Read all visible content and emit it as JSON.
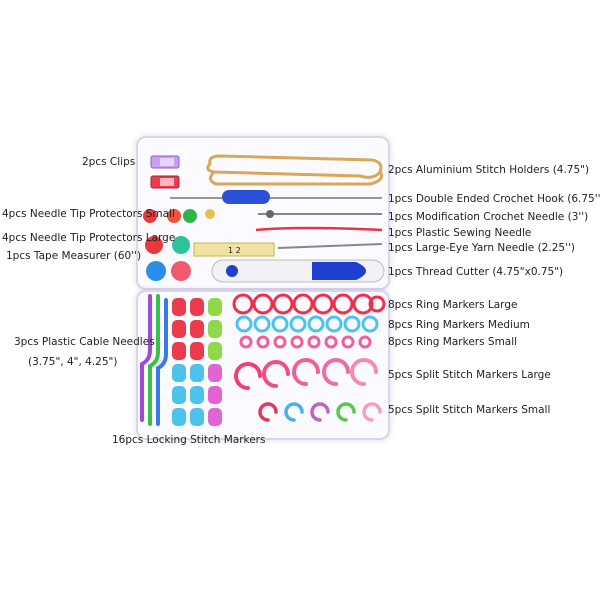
{
  "labels": {
    "clips": "2pcs Clips",
    "needle_tip_small": "4pcs Needle Tip Protectors Small",
    "needle_tip_large": "4pcs Needle Tip Protectors Large",
    "tape_measurer": "1pcs Tape Measurer (60'')",
    "cable_needles_1": "3pcs Plastic Cable Needles",
    "cable_needles_2": "(3.75\", 4\", 4.25\")",
    "locking_markers": "16pcs Locking Stitch Markers",
    "stitch_holders": "2pcs Aluminium Stitch Holders (4.75\")",
    "crochet_hook": "1pcs Double Ended Crochet Hook (6.75'')",
    "modification_needle": "1pcs Modification Crochet Needle (3'')",
    "sewing_needle": "1pcs Plastic Sewing Needle",
    "yarn_needle": "1pcs Large-Eye Yarn Needle (2.25'')",
    "thread_cutter": "1pcs Thread Cutter (4.75\"x0.75\")",
    "ring_large": "8pcs Ring Markers Large",
    "ring_medium": "8pcs Ring Markers Medium",
    "ring_small": "8pcs Ring Markers Small",
    "split_large": "5pcs Split Stitch Markers Large",
    "split_small": "5pcs Split Stitch Markers Small"
  },
  "colors": {
    "ring_large": "#f0304a",
    "ring_medium": "#4cc3ea",
    "ring_small": "#ee5fa0",
    "split_large": [
      "#ef3f74",
      "#f04e88",
      "#f25e9b",
      "#f06aa8",
      "#f48ab8"
    ],
    "split_small": [
      "#e8355a",
      "#4aaef0",
      "#c55ec9",
      "#58c84a",
      "#f3a0bf"
    ],
    "box_border": "#d9d5ea"
  }
}
